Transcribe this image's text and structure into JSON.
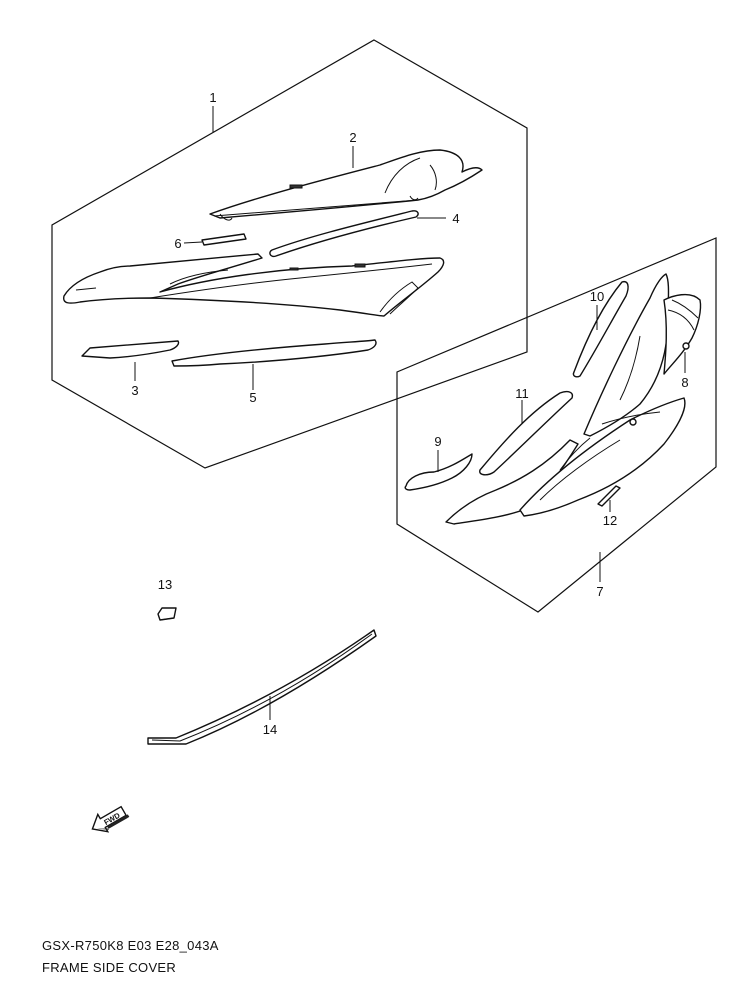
{
  "diagram": {
    "drawing_code": "GSX-R750K8 E03 E28_043A",
    "title": "FRAME SIDE COVER",
    "fwd_arrow_label": "FWD",
    "callouts": {
      "c1": "1",
      "c2": "2",
      "c3": "3",
      "c4": "4",
      "c5": "5",
      "c6": "6",
      "c7": "7",
      "c8": "8",
      "c9": "9",
      "c10": "10",
      "c11": "11",
      "c12": "12",
      "c13": "13",
      "c14": "14"
    }
  }
}
